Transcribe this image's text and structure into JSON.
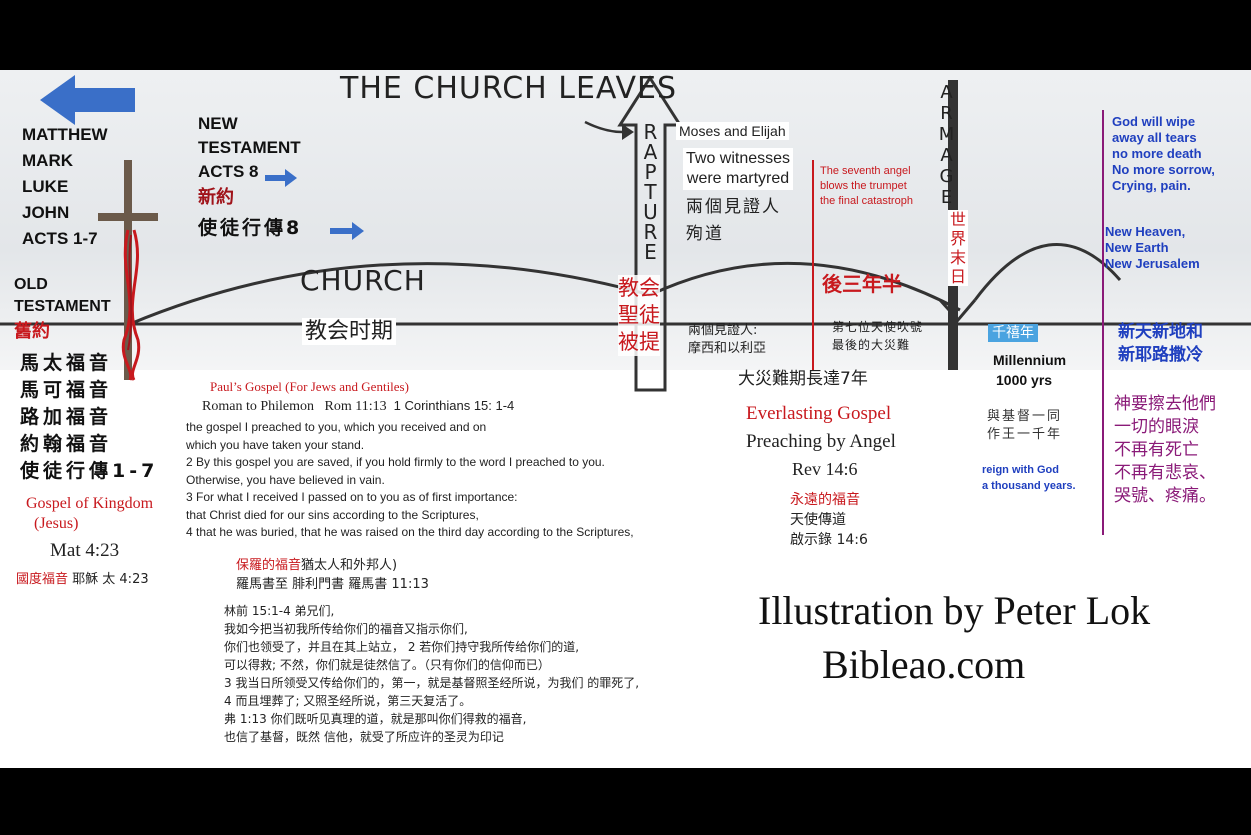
{
  "header_hand": "THE CHURCH LEAVES",
  "rapture_letters": [
    "R",
    "A",
    "P",
    "T",
    "U",
    "R",
    "E"
  ],
  "armageddon_letters": [
    "A",
    "R",
    "M",
    "A",
    "G",
    "E"
  ],
  "church_hand": "CHURCH",
  "left_books": [
    "MATTHEW",
    "MARK",
    "LUKE",
    "JOHN",
    "ACTS 1-7"
  ],
  "old_testament": [
    "OLD",
    "TESTAMENT"
  ],
  "old_testament_cn": "舊約",
  "gospels_cn": [
    "馬太福音",
    "馬可福音",
    "路加福音",
    "約翰福音",
    "使徒行傳1-7"
  ],
  "gospel_kingdom": [
    "Gospel of Kingdom",
    "(Jesus)"
  ],
  "mat_ref": "Mat 4:23",
  "kingdom_cn_red": "國度福音",
  "kingdom_cn_ref": " 耶穌 太 4:23",
  "new_testament": [
    "NEW",
    "TESTAMENT",
    "ACTS 8"
  ],
  "new_testament_cn": "新約",
  "acts8_cn": "使徒行傳8",
  "church_period_cn": "教会时期",
  "rapture_cn": [
    "教会",
    "聖徒",
    "被提"
  ],
  "moses_elijah": "Moses and Elijah",
  "two_witnesses": [
    "Two witnesses",
    "were martyred"
  ],
  "two_witnesses_cn": [
    "兩個見證人",
    "殉道"
  ],
  "two_witnesses_cn2": [
    "兩個見證人:",
    "摩西和以利亞"
  ],
  "seventh_angel": [
    "The seventh angel",
    "blows the trumpet",
    "the final catastroph"
  ],
  "second_half_cn": "後三年半",
  "seventh_angel_cn": [
    "第七位天使吹號",
    "最後的大災難"
  ],
  "tribulation_cn": "大災難期長達7年",
  "end_world_cn": [
    "世",
    "界",
    "末",
    "日"
  ],
  "everlasting": "Everlasting Gospel",
  "preaching": "Preaching by Angel",
  "rev_ref": "Rev 14:6",
  "everlasting_cn": [
    "永遠的福音",
    "天使傳道",
    "啟示錄 14:6"
  ],
  "millennium_cn": "千禧年",
  "millennium": [
    "Millennium",
    "1000 yrs"
  ],
  "reign_cn": [
    "與基督一同",
    "作王一千年"
  ],
  "reign": [
    "reign with God",
    "a thousand years."
  ],
  "god_wipe": [
    "God will wipe",
    "away all tears",
    "no more death",
    "No more sorrow,",
    "Crying, pain."
  ],
  "new_heaven": [
    "New Heaven,",
    "New Earth",
    "New Jerusalem"
  ],
  "new_heaven_cn": [
    "新天新地和",
    "新耶路撒冷"
  ],
  "god_wipe_cn": [
    "神要擦去他們",
    "一切的眼淚",
    "不再有死亡",
    "不再有悲哀、",
    "哭號、疼痛。"
  ],
  "pauls_gospel_title": "Paul’s Gospel (For Jews and Gentiles)",
  "roman_philemon": "Roman to Philemon",
  "rom_ref": "Rom 11:13",
  "cor_ref": "1 Corinthians 15: 1-4",
  "paul_text": [
    "the gospel I preached to you, which you received and on",
    "which you have taken your stand.",
    " 2 By this gospel you are saved, if you hold firmly to the word I preached to you.",
    " Otherwise, you have believed in vain.",
    "3 For what I received I passed on to you as of first importance:",
    " that Christ died for our sins according to the Scriptures,",
    "4 that he was buried, that he was raised on the third day according to the Scriptures,"
  ],
  "paul_cn_red": "保羅的福音",
  "paul_cn_rest": "猶太人和外邦人)",
  "paul_cn2": "羅馬書至 腓利門書 羅馬書 11:13",
  "cor_cn": [
    "林前 15:1-4 弟兄们,",
    "我如今把当初我所传给你们的福音又指示你们,",
    "你们也领受了，并且在其上站立，  2 若你们持守我所传给你们的道,",
    "可以得救;  不然，你们就是徒然信了。（只有你们的信仰而已）",
    " 3 我当日所领受又传给你们的，第一，就是基督照圣经所说，为我们 的罪死了,",
    " 4 而且埋葬了;  又照圣经所说，第三天复活了。",
    " 弗 1:13 你们既听见真理的道，就是那叫你们得救的福音,",
    "也信了基督，既然 信他，就受了所应许的圣灵为印记"
  ],
  "credit": [
    "Illustration by Peter Lok",
    "Bibleao.com"
  ],
  "colors": {
    "red": "#c8191e",
    "blue": "#1f3fbf",
    "purple": "#8a1a78",
    "arrow_blue": "#3a6fc8"
  }
}
